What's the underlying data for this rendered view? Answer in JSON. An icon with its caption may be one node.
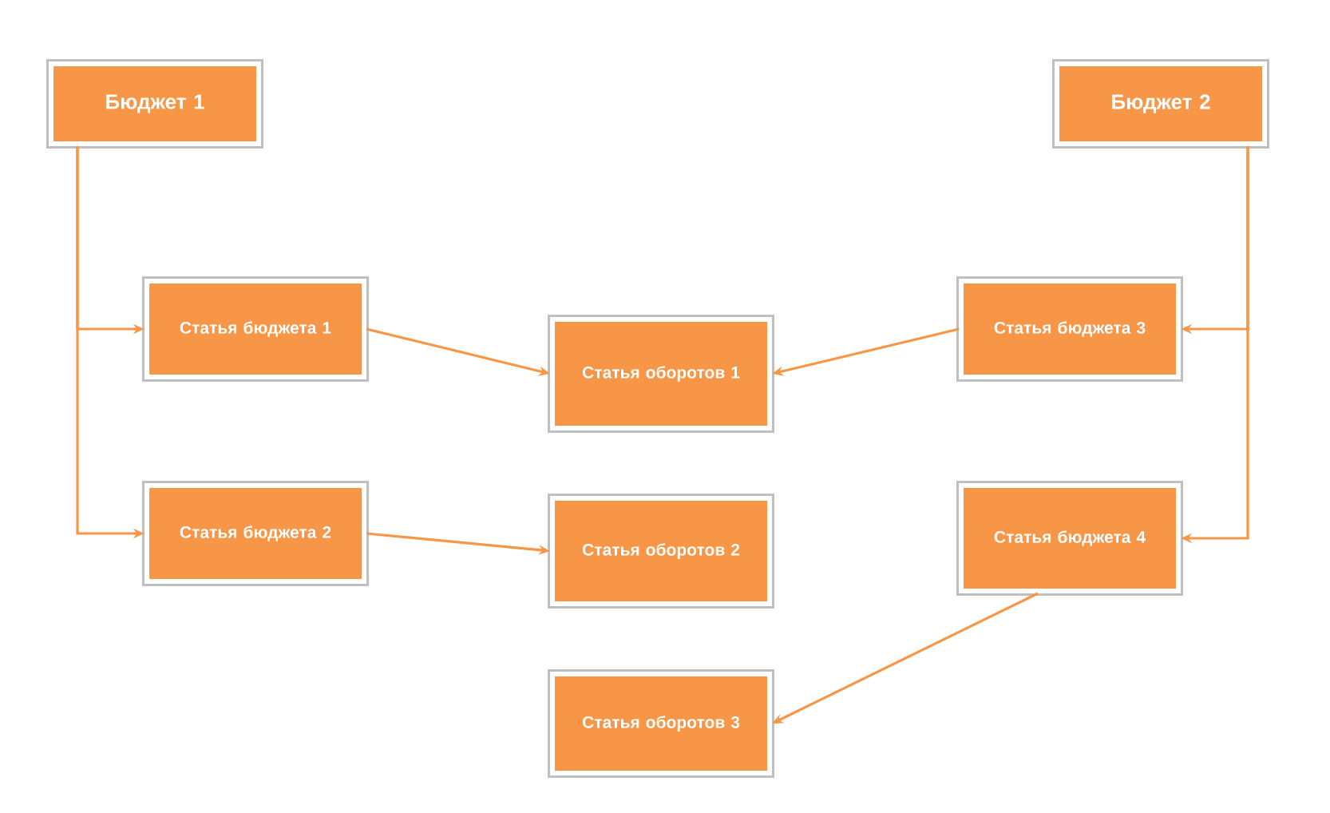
{
  "diagram": {
    "nodes": [
      {
        "text": [
          "Бюджет 1"
        ]
      },
      {
        "text": [
          "Бюджет 2"
        ]
      },
      {
        "text": [
          "Статья бюджета 1"
        ]
      },
      {
        "text": [
          "Статья оборотов 1"
        ]
      },
      {
        "text": [
          "Статья бюджета 3"
        ]
      },
      {
        "text": [
          "Статья бюджета 2"
        ]
      },
      {
        "text": [
          "Статья оборотов 2"
        ]
      },
      {
        "text": [
          "Статья бюджета 4"
        ]
      },
      {
        "text": [
          "Статья оборотов 3"
        ]
      }
    ],
    "edges": [
      {
        "from": 0,
        "to": 2,
        "arrow": "to"
      },
      {
        "from": 0,
        "to": 5,
        "arrow": "to"
      },
      {
        "from": 1,
        "to": 4,
        "arrow": "to"
      },
      {
        "from": 1,
        "to": 7,
        "arrow": "to"
      },
      {
        "from": 2,
        "to": 3,
        "arrow": "to"
      },
      {
        "from": 5,
        "to": 6,
        "arrow": "to"
      },
      {
        "from": 4,
        "to": 3,
        "arrow": "to"
      },
      {
        "from": 7,
        "to": 8,
        "arrow": "to"
      }
    ]
  }
}
